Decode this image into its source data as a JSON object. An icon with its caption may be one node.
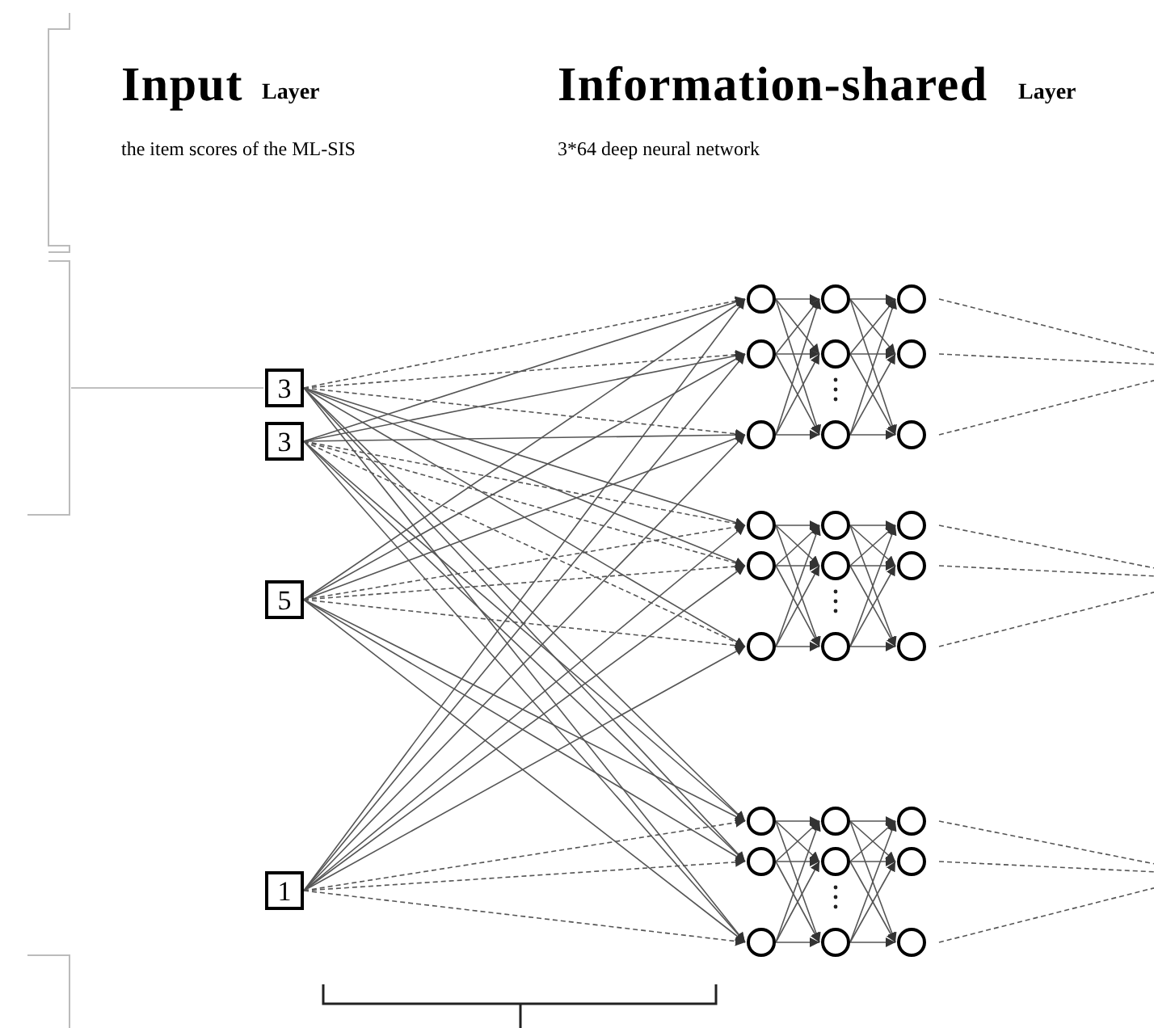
{
  "diagram": {
    "nodes": [
      {
        "text": [
          "3"
        ]
      },
      {
        "text": [
          "3"
        ]
      },
      {
        "text": [
          "5"
        ]
      },
      {
        "text": [
          "1"
        ]
      },
      {
        "text": [],
        "shape": "circle"
      },
      {
        "text": [],
        "shape": "circle"
      },
      {
        "text": [],
        "shape": "circle"
      },
      {
        "text": [],
        "shape": "circle"
      },
      {
        "text": [],
        "shape": "circle"
      },
      {
        "text": [],
        "shape": "circle"
      },
      {
        "text": [],
        "shape": "circle"
      },
      {
        "text": [],
        "shape": "circle"
      },
      {
        "text": [],
        "shape": "circle"
      },
      {
        "text": [],
        "shape": "circle"
      },
      {
        "text": [],
        "shape": "circle"
      },
      {
        "text": [],
        "shape": "circle"
      },
      {
        "text": [],
        "shape": "circle"
      },
      {
        "text": [],
        "shape": "circle"
      },
      {
        "text": [],
        "shape": "circle"
      },
      {
        "text": [],
        "shape": "circle"
      },
      {
        "text": [],
        "shape": "circle"
      },
      {
        "text": [],
        "shape": "circle"
      },
      {
        "text": [],
        "shape": "circle"
      },
      {
        "text": [],
        "shape": "circle"
      },
      {
        "text": [],
        "shape": "circle"
      },
      {
        "text": [],
        "shape": "circle"
      },
      {
        "text": [],
        "shape": "circle"
      },
      {
        "text": [],
        "shape": "circle"
      },
      {
        "text": [],
        "shape": "circle"
      },
      {
        "text": [],
        "shape": "circle"
      },
      {
        "text": [],
        "shape": "circle"
      },
      {
        "text": [],
        "shape": "bracket"
      }
    ],
    "edges": [
      {
        "from": 0,
        "to": 4,
        "arrow": "to",
        "style": "dashed"
      },
      {
        "from": 0,
        "to": 5,
        "arrow": "to",
        "style": "dashed"
      },
      {
        "from": 0,
        "to": 6,
        "arrow": "to",
        "style": "dashed"
      },
      {
        "from": 0,
        "to": 13,
        "arrow": "to"
      },
      {
        "from": 0,
        "to": 14,
        "arrow": "to"
      },
      {
        "from": 0,
        "to": 15,
        "arrow": "to"
      },
      {
        "from": 0,
        "to": 22,
        "arrow": "to"
      },
      {
        "from": 0,
        "to": 23,
        "arrow": "to"
      },
      {
        "from": 0,
        "to": 24,
        "arrow": "to"
      },
      {
        "from": 1,
        "to": 4,
        "arrow": "to"
      },
      {
        "from": 1,
        "to": 5,
        "arrow": "to"
      },
      {
        "from": 1,
        "to": 6,
        "arrow": "to"
      },
      {
        "from": 1,
        "to": 13,
        "arrow": "to",
        "style": "dashed"
      },
      {
        "from": 1,
        "to": 14,
        "arrow": "to",
        "style": "dashed"
      },
      {
        "from": 1,
        "to": 15,
        "arrow": "to",
        "style": "dashed"
      },
      {
        "from": 1,
        "to": 22,
        "arrow": "to"
      },
      {
        "from": 1,
        "to": 23,
        "arrow": "to"
      },
      {
        "from": 1,
        "to": 24,
        "arrow": "to"
      },
      {
        "from": 2,
        "to": 4,
        "arrow": "to"
      },
      {
        "from": 2,
        "to": 5,
        "arrow": "to"
      },
      {
        "from": 2,
        "to": 6,
        "arrow": "to"
      },
      {
        "from": 2,
        "to": 13,
        "arrow": "to",
        "style": "dashed"
      },
      {
        "from": 2,
        "to": 14,
        "arrow": "to",
        "style": "dashed"
      },
      {
        "from": 2,
        "to": 15,
        "arrow": "to",
        "style": "dashed"
      },
      {
        "from": 2,
        "to": 22,
        "arrow": "to"
      },
      {
        "from": 2,
        "to": 23,
        "arrow": "to"
      },
      {
        "from": 2,
        "to": 24,
        "arrow": "to"
      },
      {
        "from": 3,
        "to": 4,
        "arrow": "to"
      },
      {
        "from": 3,
        "to": 5,
        "arrow": "to"
      },
      {
        "from": 3,
        "to": 6,
        "arrow": "to"
      },
      {
        "from": 3,
        "to": 13,
        "arrow": "to"
      },
      {
        "from": 3,
        "to": 14,
        "arrow": "to"
      },
      {
        "from": 3,
        "to": 15,
        "arrow": "to"
      },
      {
        "from": 3,
        "to": 22,
        "arrow": "to",
        "style": "dashed"
      },
      {
        "from": 3,
        "to": 23,
        "arrow": "to",
        "style": "dashed"
      },
      {
        "from": 3,
        "to": 24,
        "arrow": "to",
        "style": "dashed"
      },
      {
        "from": 4,
        "to": 7,
        "arrow": "to"
      },
      {
        "from": 4,
        "to": 8,
        "arrow": "to"
      },
      {
        "from": 4,
        "to": 9,
        "arrow": "to"
      },
      {
        "from": 5,
        "to": 7,
        "arrow": "to"
      },
      {
        "from": 5,
        "to": 8,
        "arrow": "to"
      },
      {
        "from": 5,
        "to": 9,
        "arrow": "to"
      },
      {
        "from": 6,
        "to": 7,
        "arrow": "to"
      },
      {
        "from": 6,
        "to": 8,
        "arrow": "to"
      },
      {
        "from": 6,
        "to": 9,
        "arrow": "to"
      },
      {
        "from": 7,
        "to": 10,
        "arrow": "to"
      },
      {
        "from": 7,
        "to": 11,
        "arrow": "to"
      },
      {
        "from": 7,
        "to": 12,
        "arrow": "to"
      },
      {
        "from": 8,
        "to": 10,
        "arrow": "to"
      },
      {
        "from": 8,
        "to": 11,
        "arrow": "to"
      },
      {
        "from": 8,
        "to": 12,
        "arrow": "to"
      },
      {
        "from": 9,
        "to": 10,
        "arrow": "to"
      },
      {
        "from": 9,
        "to": 11,
        "arrow": "to"
      },
      {
        "from": 9,
        "to": 12,
        "arrow": "to"
      },
      {
        "from": 13,
        "to": 16,
        "arrow": "to"
      },
      {
        "from": 13,
        "to": 17,
        "arrow": "to"
      },
      {
        "from": 13,
        "to": 18,
        "arrow": "to"
      },
      {
        "from": 14,
        "to": 16,
        "arrow": "to"
      },
      {
        "from": 14,
        "to": 17,
        "arrow": "to"
      },
      {
        "from": 14,
        "to": 18,
        "arrow": "to"
      },
      {
        "from": 15,
        "to": 16,
        "arrow": "to"
      },
      {
        "from": 15,
        "to": 17,
        "arrow": "to"
      },
      {
        "from": 15,
        "to": 18,
        "arrow": "to"
      },
      {
        "from": 16,
        "to": 19,
        "arrow": "to"
      },
      {
        "from": 16,
        "to": 20,
        "arrow": "to"
      },
      {
        "from": 16,
        "to": 21,
        "arrow": "to"
      },
      {
        "from": 17,
        "to": 19,
        "arrow": "to"
      },
      {
        "from": 17,
        "to": 20,
        "arrow": "to"
      },
      {
        "from": 17,
        "to": 21,
        "arrow": "to"
      },
      {
        "from": 18,
        "to": 19,
        "arrow": "to"
      },
      {
        "from": 18,
        "to": 20,
        "arrow": "to"
      },
      {
        "from": 18,
        "to": 21,
        "arrow": "to"
      },
      {
        "from": 22,
        "to": 25,
        "arrow": "to"
      },
      {
        "from": 22,
        "to": 26,
        "arrow": "to"
      },
      {
        "from": 22,
        "to": 27,
        "arrow": "to"
      },
      {
        "from": 23,
        "to": 25,
        "arrow": "to"
      },
      {
        "from": 23,
        "to": 26,
        "arrow": "to"
      },
      {
        "from": 23,
        "to": 27,
        "arrow": "to"
      },
      {
        "from": 24,
        "to": 25,
        "arrow": "to"
      },
      {
        "from": 24,
        "to": 26,
        "arrow": "to"
      },
      {
        "from": 24,
        "to": 27,
        "arrow": "to"
      },
      {
        "from": 25,
        "to": 28,
        "arrow": "to"
      },
      {
        "from": 25,
        "to": 29,
        "arrow": "to"
      },
      {
        "from": 25,
        "to": 30,
        "arrow": "to"
      },
      {
        "from": 26,
        "to": 28,
        "arrow": "to"
      },
      {
        "from": 26,
        "to": 29,
        "arrow": "to"
      },
      {
        "from": 26,
        "to": 30,
        "arrow": "to"
      },
      {
        "from": 27,
        "to": 28,
        "arrow": "to"
      },
      {
        "from": 27,
        "to": 29,
        "arrow": "to"
      },
      {
        "from": 27,
        "to": 30,
        "arrow": "to"
      },
      {
        "from": 10,
        "to": null,
        "arrow": "none",
        "style": "dashed"
      },
      {
        "from": 11,
        "to": null,
        "arrow": "none",
        "style": "dashed"
      },
      {
        "from": 12,
        "to": null,
        "arrow": "none",
        "style": "dashed"
      },
      {
        "from": 19,
        "to": null,
        "arrow": "none",
        "style": "dashed"
      },
      {
        "from": 20,
        "to": null,
        "arrow": "none",
        "style": "dashed"
      },
      {
        "from": 21,
        "to": null,
        "arrow": "none",
        "style": "dashed"
      },
      {
        "from": 28,
        "to": null,
        "arrow": "none",
        "style": "dashed"
      },
      {
        "from": 29,
        "to": null,
        "arrow": "none",
        "style": "dashed"
      },
      {
        "from": 30,
        "to": null,
        "arrow": "none",
        "style": "dashed"
      },
      {
        "from": 31,
        "to": 0,
        "arrow": "none",
        "color": "#aaaaaa"
      }
    ],
    "labels": [
      "Input",
      "Layer",
      "the item scores of the ML-SIS",
      "Information-shared",
      "Layer",
      "3*64 deep neural network"
    ]
  }
}
